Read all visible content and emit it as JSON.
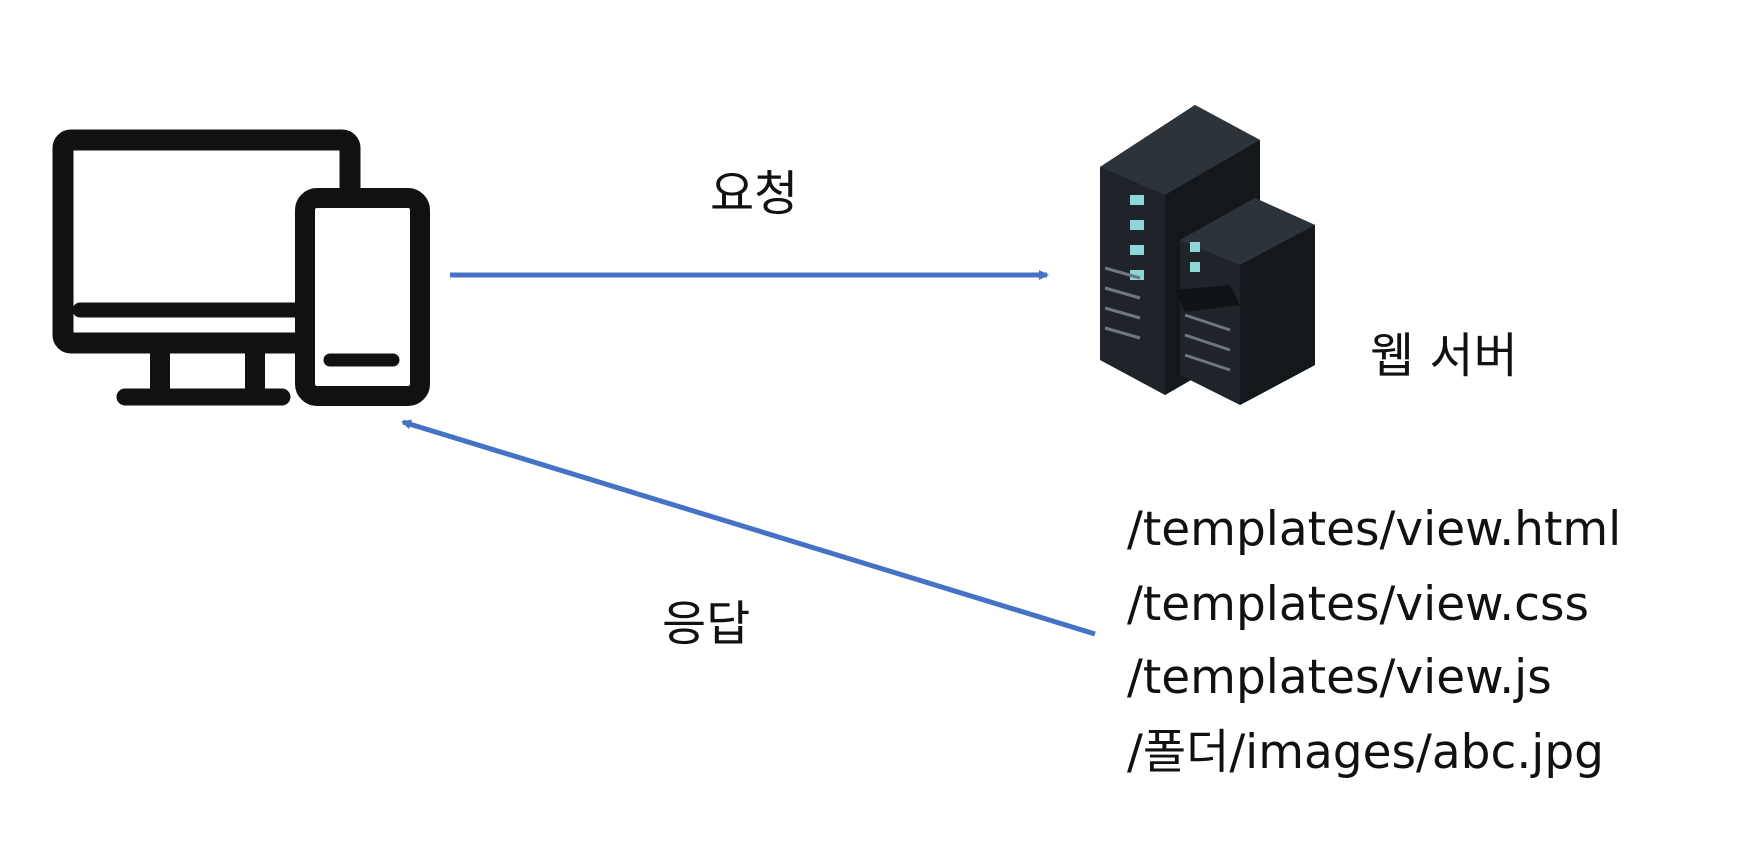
{
  "labels": {
    "request": "요청",
    "response": "응답",
    "server": "웹 서버"
  },
  "files": [
    "/templates/view.html",
    "/templates/view.css",
    "/templates/view.js",
    "/폴더/images/abc.jpg"
  ],
  "colors": {
    "arrow": "#4472c4",
    "icon": "#111111",
    "server_body": "#1e2429",
    "server_dark": "#13181c",
    "server_light": "#8fd6d9"
  },
  "icons": {
    "client": "desktop-and-phone-icon",
    "server": "server-rack-icon"
  }
}
